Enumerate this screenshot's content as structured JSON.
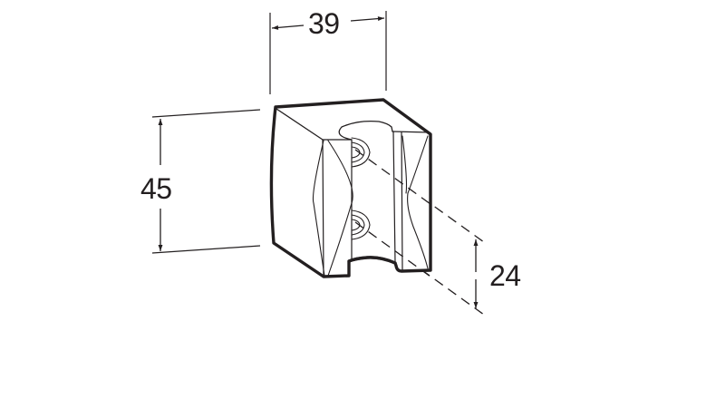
{
  "drawing": {
    "subject": "wall-mounted shower holder bracket",
    "view": "isometric line drawing",
    "line_color": "#231f20",
    "background": "#ffffff"
  },
  "dimensions": {
    "width": {
      "value": "39",
      "orientation": "horizontal",
      "position": "top"
    },
    "height": {
      "value": "45",
      "orientation": "vertical",
      "position": "left"
    },
    "hole_spacing": {
      "value": "24",
      "orientation": "vertical",
      "position": "right"
    }
  }
}
